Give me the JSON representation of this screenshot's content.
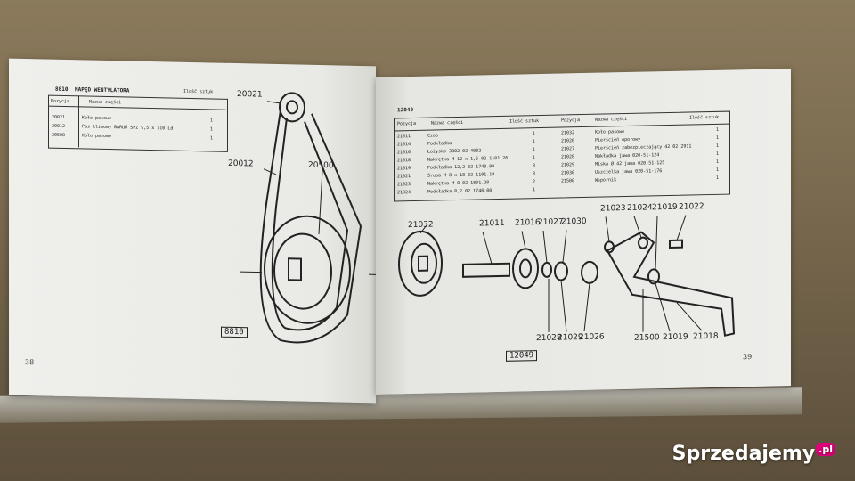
{
  "left_page": {
    "section_code": "8810",
    "section_title": "NAPĘD WENTYLATORA",
    "table_header": {
      "position": "Pozycja",
      "name": "Nazwa części",
      "qty": "Ilość sztuk"
    },
    "rows": [
      {
        "pos": "20021",
        "name": "Koło pasowe",
        "qty": "1"
      },
      {
        "pos": "20012",
        "name": "Pas klinowy BARUM SPZ 9,5 x 110 Ld",
        "qty": "1"
      },
      {
        "pos": "20500",
        "name": "Koło pasowe",
        "qty": "1"
      }
    ],
    "labels": [
      "20021",
      "20012",
      "20500"
    ],
    "figure_tag": "8810",
    "page_number": "38"
  },
  "right_page": {
    "section_code": "12040",
    "table_header": {
      "position": "Pozycja",
      "name": "Nazwa części",
      "qty": "Ilość sztuk"
    },
    "rows_left": [
      {
        "pos": "21011",
        "name": "Czop",
        "qty": "1"
      },
      {
        "pos": "21014",
        "name": "Podkładka",
        "qty": "1"
      },
      {
        "pos": "21016",
        "name": "Łożysko 3302 02 4082",
        "qty": "1"
      },
      {
        "pos": "21018",
        "name": "Nakrętka M 12 x 1,5 02 1101.26",
        "qty": "1"
      },
      {
        "pos": "21019",
        "name": "Podkładka 12,2 02 1740.00",
        "qty": "3"
      },
      {
        "pos": "21021",
        "name": "Śruba M 8 x 18 02 1101.19",
        "qty": "3"
      },
      {
        "pos": "21023",
        "name": "Nakrętka M 8 02 1801.20",
        "qty": "2"
      },
      {
        "pos": "21024",
        "name": "Podkładka 8,2 02 1740.00",
        "qty": "1"
      }
    ],
    "rows_right": [
      {
        "pos": "21032",
        "name": "Koło pasowe",
        "qty": "1"
      },
      {
        "pos": "21026",
        "name": "Pierścień oporowy",
        "qty": "1"
      },
      {
        "pos": "21027",
        "name": "Pierścień zabezpieczający 42 02 2911",
        "qty": "1"
      },
      {
        "pos": "21028",
        "name": "Nakładka jawa 020-51-124",
        "qty": "1"
      },
      {
        "pos": "21029",
        "name": "Miska Ø 42 jawa 020-51-125",
        "qty": "1"
      },
      {
        "pos": "21030",
        "name": "Uszczelka jawa 020-51-176",
        "qty": "1"
      },
      {
        "pos": "21500",
        "name": "Wspornik",
        "qty": "1"
      }
    ],
    "labels_top": [
      "21032",
      "21011",
      "21016",
      "21027",
      "21030",
      "21023",
      "21024",
      "21019",
      "21022"
    ],
    "labels_bottom": [
      "21028",
      "21029",
      "21026",
      "21500",
      "21019",
      "21018"
    ],
    "figure_tag": "12049",
    "page_number": "39"
  },
  "watermark": {
    "text": "Sprzedajemy",
    "suffix": ".pl"
  }
}
